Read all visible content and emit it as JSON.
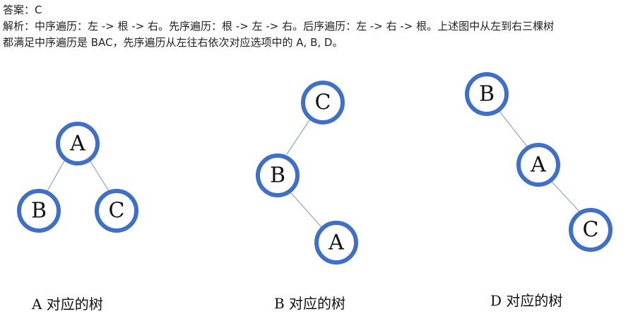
{
  "answer_line": "答案：C",
  "analysis_line1": "解析：中序遍历：左 -> 根  -> 右。先序遍历：根 -> 左 -> 右。后序遍历：左 -> 右 -> 根。上述图中从左到右三棵树",
  "analysis_line2": "都满足中序遍历是 BAC，先序遍历从左往右依次对应选项中的 A, B, D。",
  "trees": [
    {
      "caption": "A  对应的树",
      "nodes": [
        "A",
        "B",
        "C"
      ],
      "edges": [
        [
          "A",
          "B"
        ],
        [
          "A",
          "C"
        ]
      ]
    },
    {
      "caption": "B  对应的树",
      "nodes": [
        "C",
        "B",
        "A"
      ],
      "edges": [
        [
          "C",
          "B"
        ],
        [
          "B",
          "A"
        ]
      ]
    },
    {
      "caption": "D  对应的树",
      "nodes": [
        "B",
        "A",
        "C"
      ],
      "edges": [
        [
          "B",
          "A"
        ],
        [
          "A",
          "C"
        ]
      ]
    }
  ],
  "colors": {
    "node_stroke": "#3f6fc6",
    "edge": "#8ea4c8",
    "text": "#222222"
  }
}
